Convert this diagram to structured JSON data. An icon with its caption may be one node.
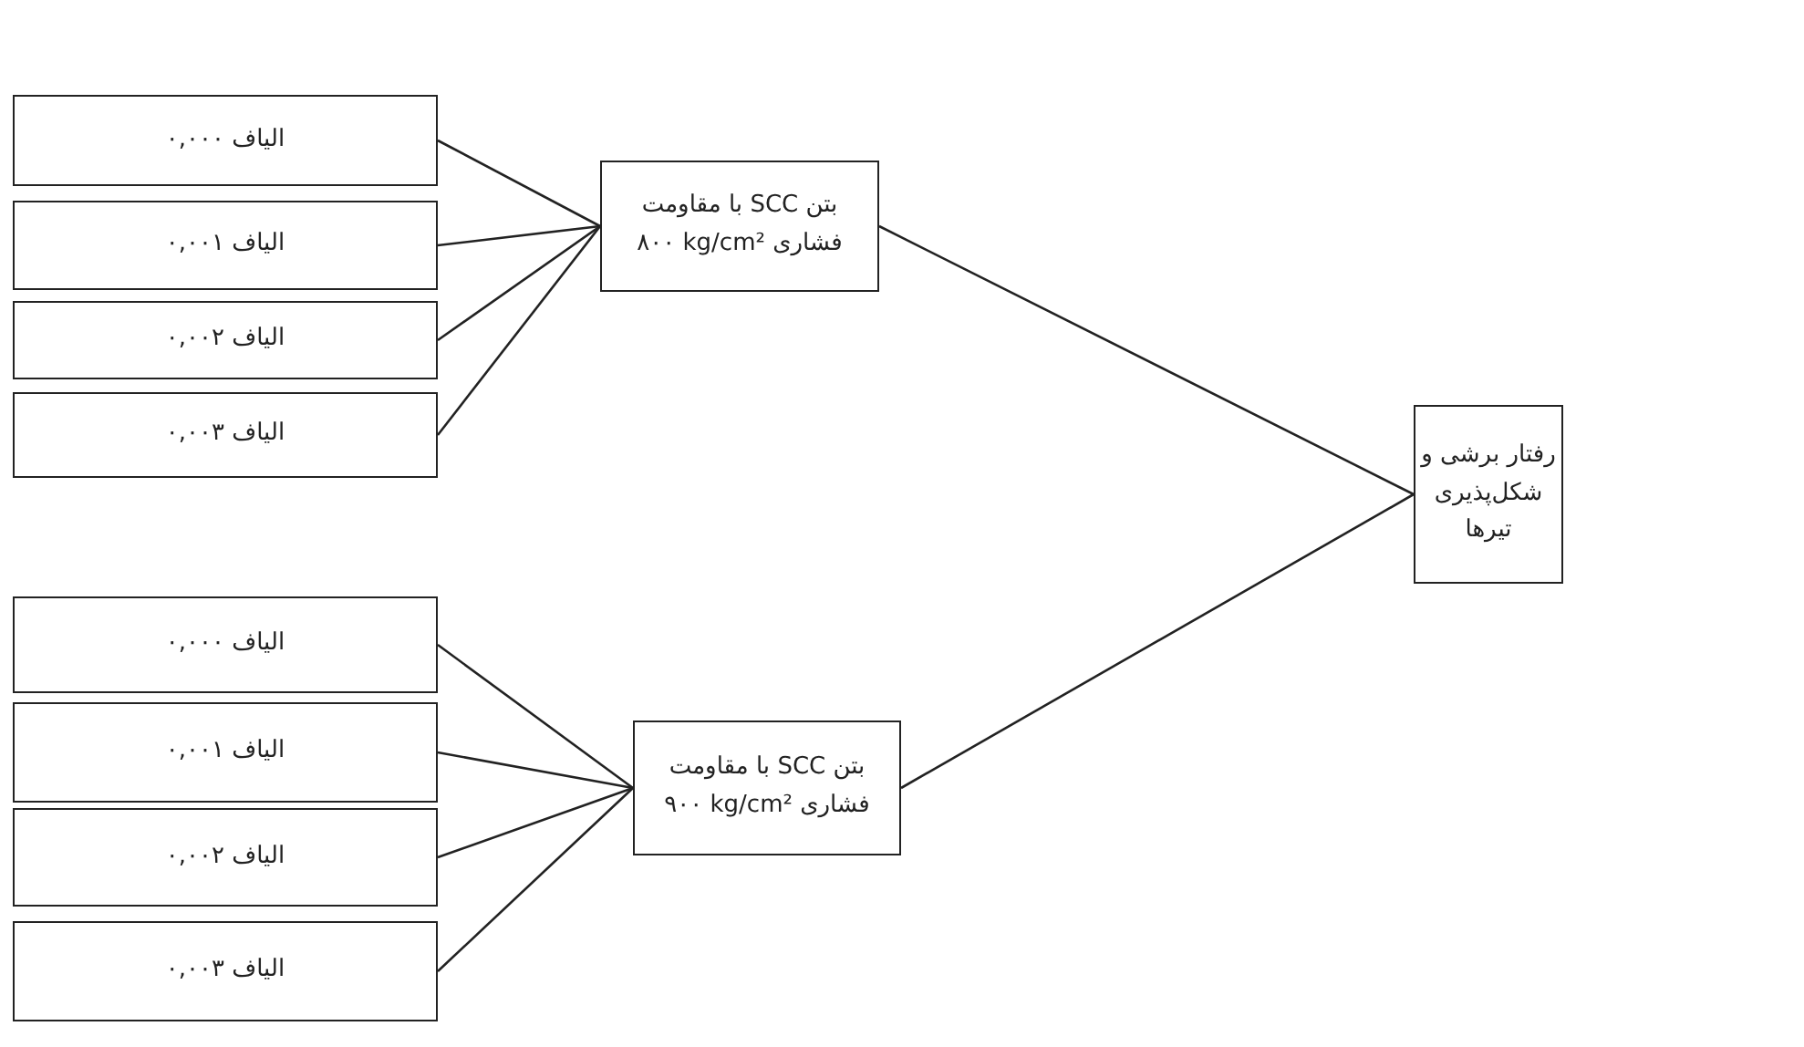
{
  "diagram": {
    "nodes": [
      {
        "text": [
          "الیاف ٠,٠٠٠"
        ]
      },
      {
        "text": [
          "الیاف ٠,٠٠١"
        ]
      },
      {
        "text": [
          "الیاف ٠,٠٠٢"
        ]
      },
      {
        "text": [
          "الیاف ٠,٠٠٣"
        ]
      },
      {
        "text": [
          "بتن SCC با مقاومت فشاری kg/cm² ٨٠٠"
        ]
      },
      {
        "text": [
          "رفتار برشی و شکل‌پذیری تیرها"
        ]
      },
      {
        "text": [
          "الیاف ٠,٠٠٠"
        ]
      },
      {
        "text": [
          "الیاف ٠,٠٠١"
        ]
      },
      {
        "text": [
          "الیاف ٠,٠٠٢"
        ]
      },
      {
        "text": [
          "الیاف ٠,٠٠٣"
        ]
      },
      {
        "text": [
          "بتن SCC با مقاومت فشاری kg/cm² ٩٠٠"
        ]
      }
    ],
    "edges": [
      {
        "from": 0,
        "to": 4,
        "arrow": "none"
      },
      {
        "from": 1,
        "to": 4,
        "arrow": "none"
      },
      {
        "from": 2,
        "to": 4,
        "arrow": "none"
      },
      {
        "from": 3,
        "to": 4,
        "arrow": "none"
      },
      {
        "from": 4,
        "to": 5,
        "arrow": "none"
      },
      {
        "from": 6,
        "to": 10,
        "arrow": "none"
      },
      {
        "from": 7,
        "to": 10,
        "arrow": "none"
      },
      {
        "from": 8,
        "to": 10,
        "arrow": "none"
      },
      {
        "from": 9,
        "to": 10,
        "arrow": "none"
      },
      {
        "from": 10,
        "to": 5,
        "arrow": "none"
      }
    ]
  }
}
